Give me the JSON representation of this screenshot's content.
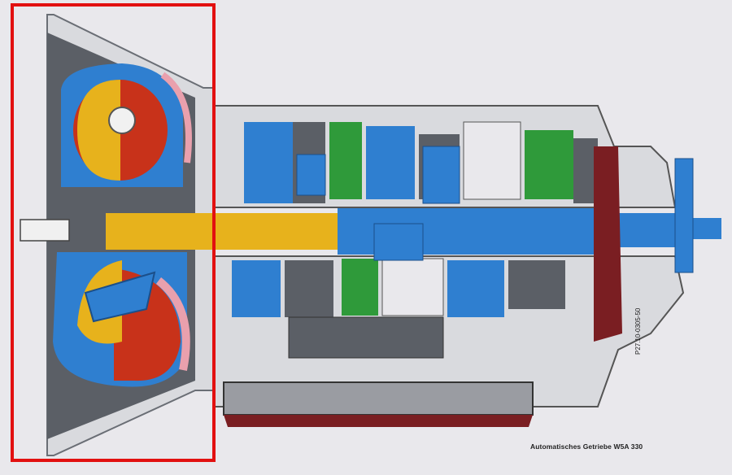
{
  "caption": "Automatisches Getriebe W5A 330",
  "part_number": "P27.10-0305-50",
  "colors": {
    "background": "#e9e8ec",
    "housing": "#5b5f66",
    "housing_light": "#d9dade",
    "shaft_yellow": "#e7b21c",
    "shaft_blue": "#2f7fd0",
    "converter_red": "#c8321a",
    "converter_pink": "#e9a0ad",
    "green": "#2f9a3a",
    "highlight": "#e21010"
  },
  "highlight": {
    "target": "torque-converter"
  }
}
